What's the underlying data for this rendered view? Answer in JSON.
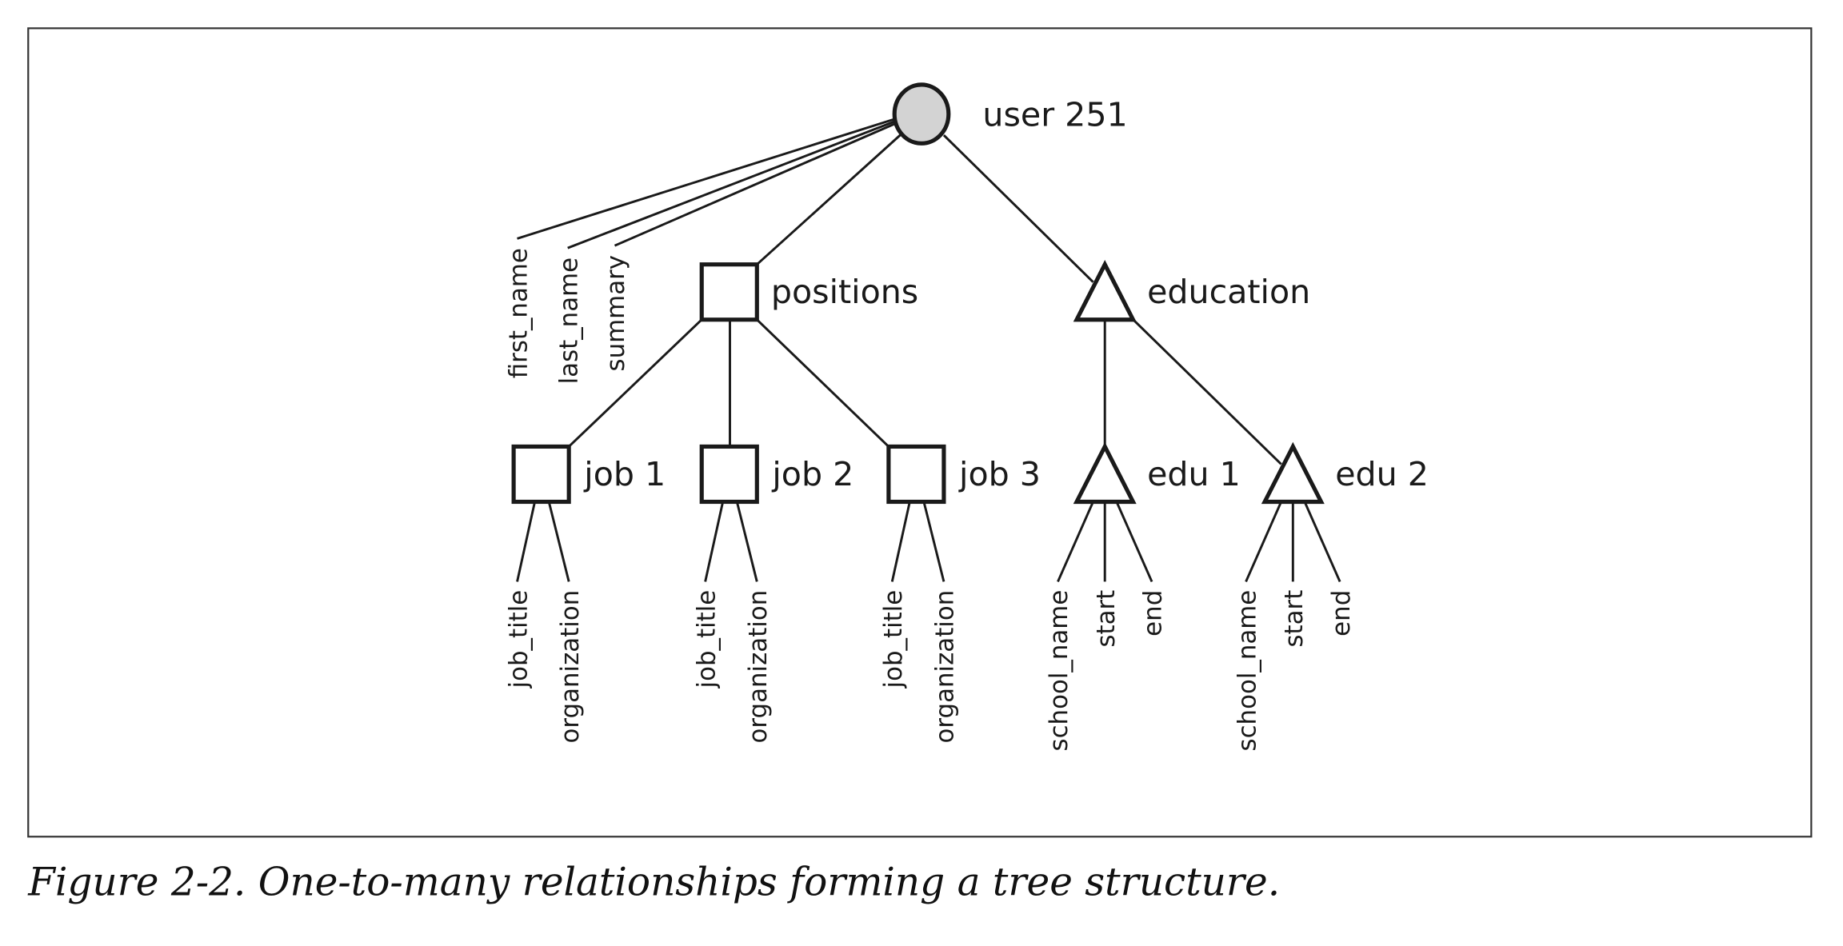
{
  "root": {
    "label": "user 251",
    "fill": "#d3d3d3",
    "attributes": [
      "first_name",
      "last_name",
      "summary"
    ]
  },
  "positions": {
    "label": "positions",
    "children": [
      {
        "label": "job 1",
        "attributes": [
          "job_title",
          "organization"
        ]
      },
      {
        "label": "job 2",
        "attributes": [
          "job_title",
          "organization"
        ]
      },
      {
        "label": "job 3",
        "attributes": [
          "job_title",
          "organization"
        ]
      }
    ]
  },
  "education": {
    "label": "education",
    "children": [
      {
        "label": "edu 1",
        "attributes": [
          "school_name",
          "start",
          "end"
        ]
      },
      {
        "label": "edu 2",
        "attributes": [
          "school_name",
          "start",
          "end"
        ]
      }
    ]
  },
  "caption": "Figure 2-2. One-to-many relationships forming a tree structure."
}
